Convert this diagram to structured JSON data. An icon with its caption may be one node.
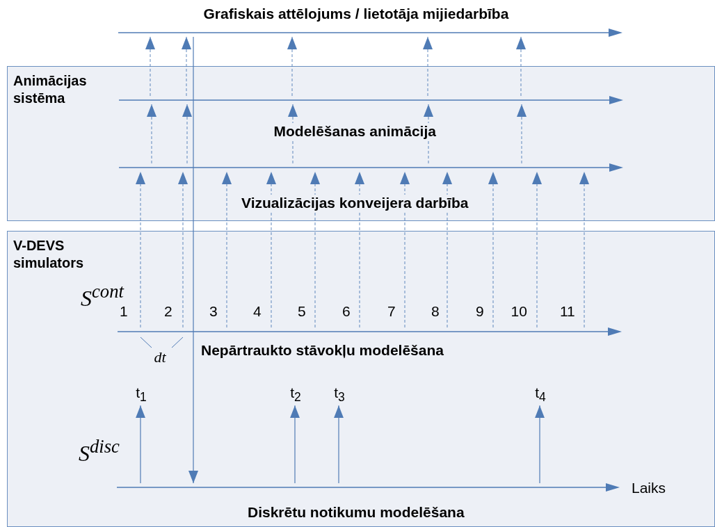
{
  "diagram": {
    "nodes": [
      {
        "text": [],
        "shape": "bar",
        "beside": [
          "Grafiskais attēlojums / lietotāja mijiedarbība"
        ]
      },
      {
        "text": [
          "Animācijas sistēma"
        ]
      },
      {
        "text": [],
        "shape": "bar",
        "in": 1,
        "beside": [
          "Modelēšanas animācija"
        ]
      },
      {
        "text": [],
        "shape": "bar",
        "in": 1,
        "beside": [
          "Vizualizācijas konveijera darbība"
        ]
      },
      {
        "text": [
          "V-DEVS simulators"
        ]
      },
      {
        "text": [],
        "shape": "bar",
        "in": 4,
        "beside": [
          "S$^{cont}$",
          "Nepārtraukto stāvokļu modelēšana"
        ]
      },
      {
        "text": [
          "t$_{1}$"
        ],
        "in": 4
      },
      {
        "text": [
          "t$_{2}$"
        ],
        "in": 4
      },
      {
        "text": [
          "t$_{3}$"
        ],
        "in": 4
      },
      {
        "text": [
          "t$_{4}$"
        ],
        "in": 4
      },
      {
        "text": [],
        "shape": "bar",
        "in": 4,
        "beside": [
          "S$^{disc}$",
          "Laiks",
          "Diskrētu notikumu modelēšana"
        ]
      }
    ],
    "edges": [
      {
        "from": 2,
        "to": 0,
        "arrow": "to",
        "style": "dashed"
      },
      {
        "from": 2,
        "to": 0,
        "arrow": "to",
        "style": "dashed"
      },
      {
        "from": 2,
        "to": 0,
        "arrow": "to",
        "style": "dashed"
      },
      {
        "from": 2,
        "to": 0,
        "arrow": "to",
        "style": "dashed"
      },
      {
        "from": 2,
        "to": 0,
        "arrow": "to",
        "style": "dashed"
      },
      {
        "from": 3,
        "to": 2,
        "arrow": "to",
        "style": "dashed"
      },
      {
        "from": 3,
        "to": 2,
        "arrow": "to",
        "style": "dashed"
      },
      {
        "from": 3,
        "to": 2,
        "arrow": "to",
        "style": "dashed"
      },
      {
        "from": 3,
        "to": 2,
        "arrow": "to",
        "style": "dashed"
      },
      {
        "from": 3,
        "to": 2,
        "arrow": "to",
        "style": "dashed"
      },
      {
        "from": 5,
        "to": 3,
        "arrow": "to",
        "style": "dashed"
      },
      {
        "from": 5,
        "to": 3,
        "arrow": "to",
        "style": "dashed"
      },
      {
        "from": 5,
        "to": 3,
        "arrow": "to",
        "style": "dashed"
      },
      {
        "from": 5,
        "to": 3,
        "arrow": "to",
        "style": "dashed"
      },
      {
        "from": 5,
        "to": 3,
        "arrow": "to",
        "style": "dashed"
      },
      {
        "from": 5,
        "to": 3,
        "arrow": "to",
        "style": "dashed"
      },
      {
        "from": 5,
        "to": 3,
        "arrow": "to",
        "style": "dashed"
      },
      {
        "from": 5,
        "to": 3,
        "arrow": "to",
        "style": "dashed"
      },
      {
        "from": 5,
        "to": 3,
        "arrow": "to",
        "style": "dashed"
      },
      {
        "from": 5,
        "to": 3,
        "arrow": "to",
        "style": "dashed"
      },
      {
        "from": 5,
        "to": 3,
        "arrow": "to",
        "style": "dashed"
      },
      {
        "from": 0,
        "to": 10,
        "arrow": "to"
      },
      {
        "from": 10,
        "to": 6,
        "arrow": "to"
      },
      {
        "from": 10,
        "to": 7,
        "arrow": "to"
      },
      {
        "from": 10,
        "to": 8,
        "arrow": "to"
      },
      {
        "from": 10,
        "to": 9,
        "arrow": "to"
      }
    ],
    "labels": [
      "1",
      "2",
      "3",
      "4",
      "5",
      "6",
      "7",
      "8",
      "9",
      "10",
      "11",
      "dt"
    ]
  }
}
